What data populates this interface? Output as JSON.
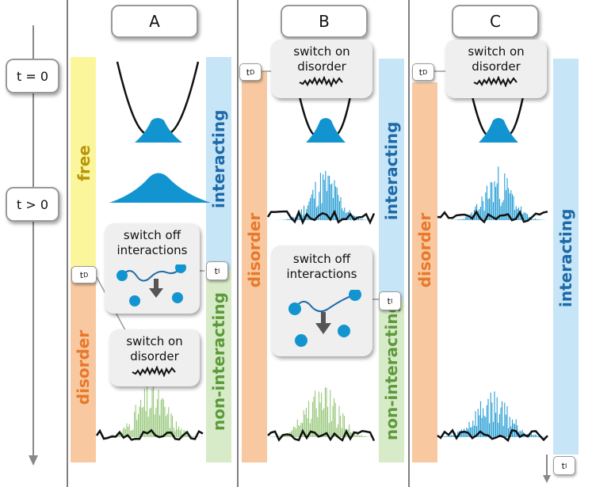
{
  "time_axis": {
    "t0_label": "t = 0",
    "tpos_label": "t > 0"
  },
  "panels": [
    {
      "label": "A"
    },
    {
      "label": "B"
    },
    {
      "label": "C"
    }
  ],
  "bars": {
    "free": "free",
    "disorder": "disorder",
    "interacting": "interacting",
    "non_interacting": "non-interacting"
  },
  "callouts": {
    "switch_on_disorder": "switch on disorder",
    "switch_off_interactions": "switch off interactions"
  },
  "tags": {
    "tD": "t",
    "tD_sub": "D",
    "tI": "t",
    "tI_sub": "I"
  },
  "colors": {
    "free": "#fbf69b",
    "disorder": "#f8c9a1",
    "interacting": "#c6e5f7",
    "non_interacting": "#d8ebc9",
    "free_text": "#b8950a",
    "disorder_text": "#e8782a",
    "interacting_text": "#1e6aa8",
    "non_interacting_text": "#5c9a3c",
    "cloud": "#1294d0",
    "green_density": "#8fc36f"
  }
}
